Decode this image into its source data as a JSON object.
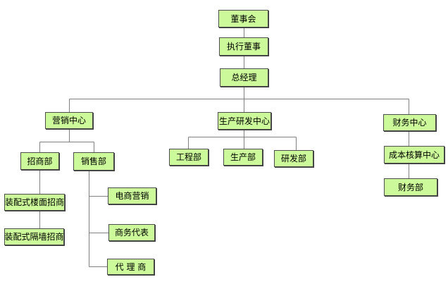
{
  "org_chart": {
    "type": "organizational-chart",
    "colors": {
      "node_fill": "#ccf999",
      "node_border": "#4d4d4d",
      "node_shadow": "#3c3c3c",
      "connector": "#808080",
      "text": "#000000",
      "background": "#ffffff"
    },
    "nodes": {
      "board": {
        "label": "董事会"
      },
      "executive_director": {
        "label": "执行董事"
      },
      "general_manager": {
        "label": "总经理"
      },
      "marketing_center": {
        "label": "营销中心"
      },
      "production_rd_center": {
        "label": "生产研发中心"
      },
      "finance_center": {
        "label": "财务中心"
      },
      "investment_dept": {
        "label": "招商部"
      },
      "sales_dept": {
        "label": "销售部"
      },
      "engineering_dept": {
        "label": "工程部"
      },
      "production_dept": {
        "label": "生产部"
      },
      "rd_dept": {
        "label": "研发部"
      },
      "cost_accounting_center": {
        "label": "成本核算中心"
      },
      "finance_dept": {
        "label": "财务部"
      },
      "prefab_floor_investment": {
        "label": "装配式楼面招商"
      },
      "prefab_wall_investment": {
        "label": "装配式隔墙招商"
      },
      "ecommerce_marketing": {
        "label": "电商营销"
      },
      "business_rep": {
        "label": "商务代表"
      },
      "agents": {
        "label": "代 理 商"
      }
    },
    "edges_as_drawn": [
      {
        "from": "board",
        "to": "executive_director"
      },
      {
        "from": "executive_director",
        "to": "general_manager"
      },
      {
        "from": "general_manager",
        "to": "marketing_center"
      },
      {
        "from": "general_manager",
        "to": "production_rd_center"
      },
      {
        "from": "general_manager",
        "to": "finance_center"
      },
      {
        "from": "marketing_center",
        "to": "investment_dept"
      },
      {
        "from": "marketing_center",
        "to": "sales_dept"
      },
      {
        "from": "investment_dept",
        "to": "prefab_floor_investment"
      },
      {
        "from": "prefab_floor_investment",
        "to": "prefab_wall_investment"
      },
      {
        "from": "sales_dept",
        "to": "ecommerce_marketing"
      },
      {
        "from": "sales_dept",
        "to": "business_rep"
      },
      {
        "from": "sales_dept",
        "to": "agents"
      },
      {
        "from": "production_rd_center",
        "to": "engineering_dept"
      },
      {
        "from": "production_rd_center",
        "to": "production_dept"
      },
      {
        "from": "production_rd_center",
        "to": "rd_dept"
      },
      {
        "from": "finance_center",
        "to": "cost_accounting_center"
      },
      {
        "from": "cost_accounting_center",
        "to": "finance_dept"
      }
    ]
  }
}
